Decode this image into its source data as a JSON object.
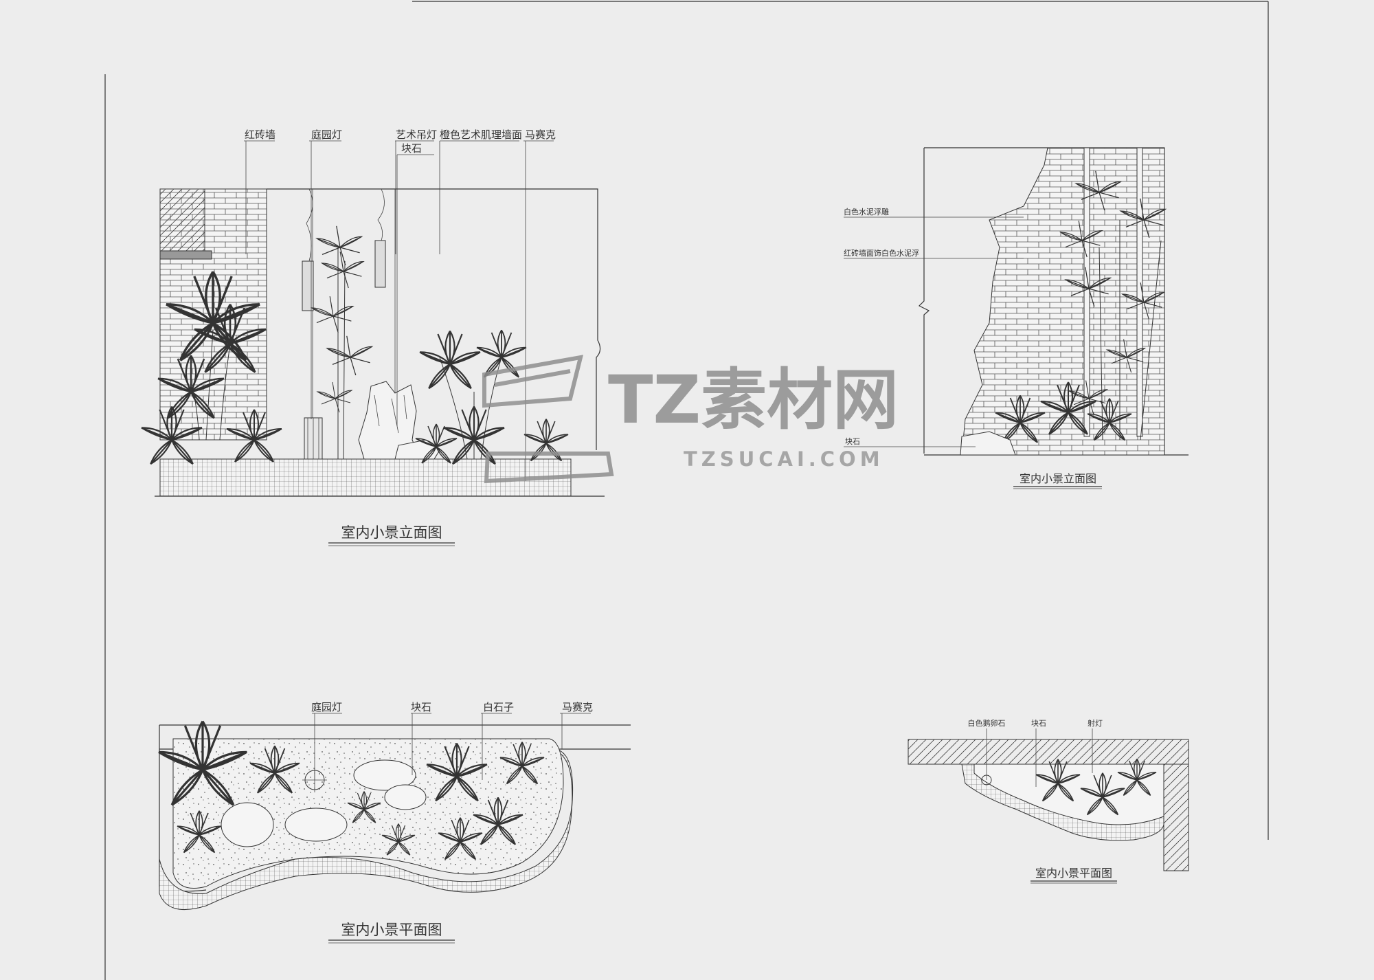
{
  "watermark": {
    "cn": "TZ素材网",
    "en": "TZSUCAI.COM"
  },
  "elev_left": {
    "title": "室内小景立面图",
    "labels": {
      "red_brick": "红砖墙",
      "garden_lamp": "庭园灯",
      "art_pendant": "艺术吊灯",
      "block_stone": "块石",
      "orange_wall": "橙色艺术肌理墙面",
      "mosaic": "马赛克"
    }
  },
  "elev_right": {
    "title": "室内小景立面图",
    "labels": {
      "white_plaster": "白色水泥浮雕",
      "brick_plaster": "红砖墙面饰白色水泥浮",
      "block_stone": "块石"
    }
  },
  "plan_left": {
    "title": "室内小景平面图",
    "labels": {
      "garden_lamp": "庭园灯",
      "block_stone": "块石",
      "white_pebble": "白石子",
      "mosaic": "马赛克"
    }
  },
  "plan_right": {
    "title": "室内小景平面图",
    "labels": {
      "white_pebble": "白色鹅卵石",
      "block_stone": "块石",
      "spot_lamp": "射灯"
    }
  }
}
